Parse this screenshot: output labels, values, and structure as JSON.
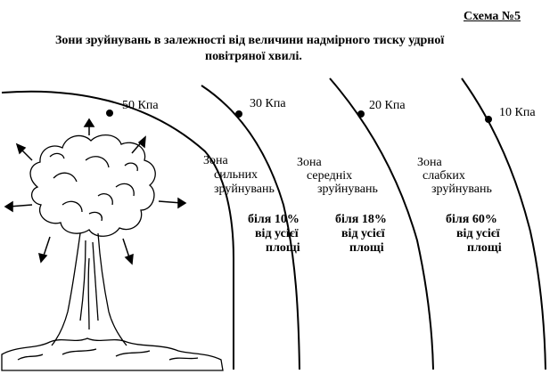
{
  "header": {
    "scheme_label": "Схема №5",
    "title_line1": "Зони зруйнувань в залежності від величини надмірного тиску удрної",
    "title_line2": "повітряної хвилі."
  },
  "pressures": {
    "p50": "50 Кпа",
    "p30": "30 Кпа",
    "p20": "20 Кпа",
    "p10": "10 Кпа"
  },
  "zones": {
    "strong": {
      "word": "Зона",
      "type": "сильних",
      "action": "зруйнувань",
      "pct1": "біля 10%",
      "pct2": "від усієї",
      "pct3": "площі"
    },
    "medium": {
      "word": "Зона",
      "type": "середніх",
      "action": "зруйнувань",
      "pct1": "біля 18%",
      "pct2": "від усієї",
      "pct3": "площі"
    },
    "weak": {
      "word": "Зона",
      "type": "слабких",
      "action": "зруйнувань",
      "pct1": "біля 60%",
      "pct2": "від усієї",
      "pct3": "площі"
    }
  },
  "colors": {
    "ink": "#000000",
    "background": "#ffffff"
  }
}
